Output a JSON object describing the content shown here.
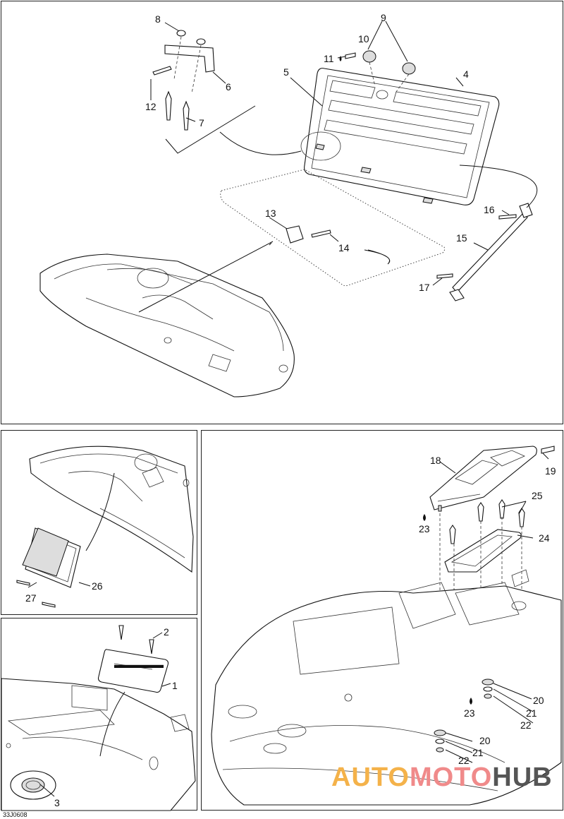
{
  "figure_code": "33J0608",
  "watermark": {
    "part1": "AUTO",
    "part2": "MOTO",
    "part3": "HUB"
  },
  "callouts": {
    "top": [
      "8",
      "9",
      "10",
      "11",
      "4",
      "5",
      "6",
      "12",
      "7",
      "16",
      "15",
      "13",
      "14",
      "17"
    ],
    "hatch": [
      "26",
      "27"
    ],
    "cover": [
      "2",
      "1",
      "3"
    ],
    "deck": [
      "18",
      "19",
      "25",
      "23",
      "24",
      "20",
      "21",
      "22",
      "23",
      "20",
      "21",
      "22"
    ]
  },
  "colors": {
    "line": "#111111",
    "watermark_triangle": "#f08080",
    "watermark_orange": "#f4b24a"
  }
}
